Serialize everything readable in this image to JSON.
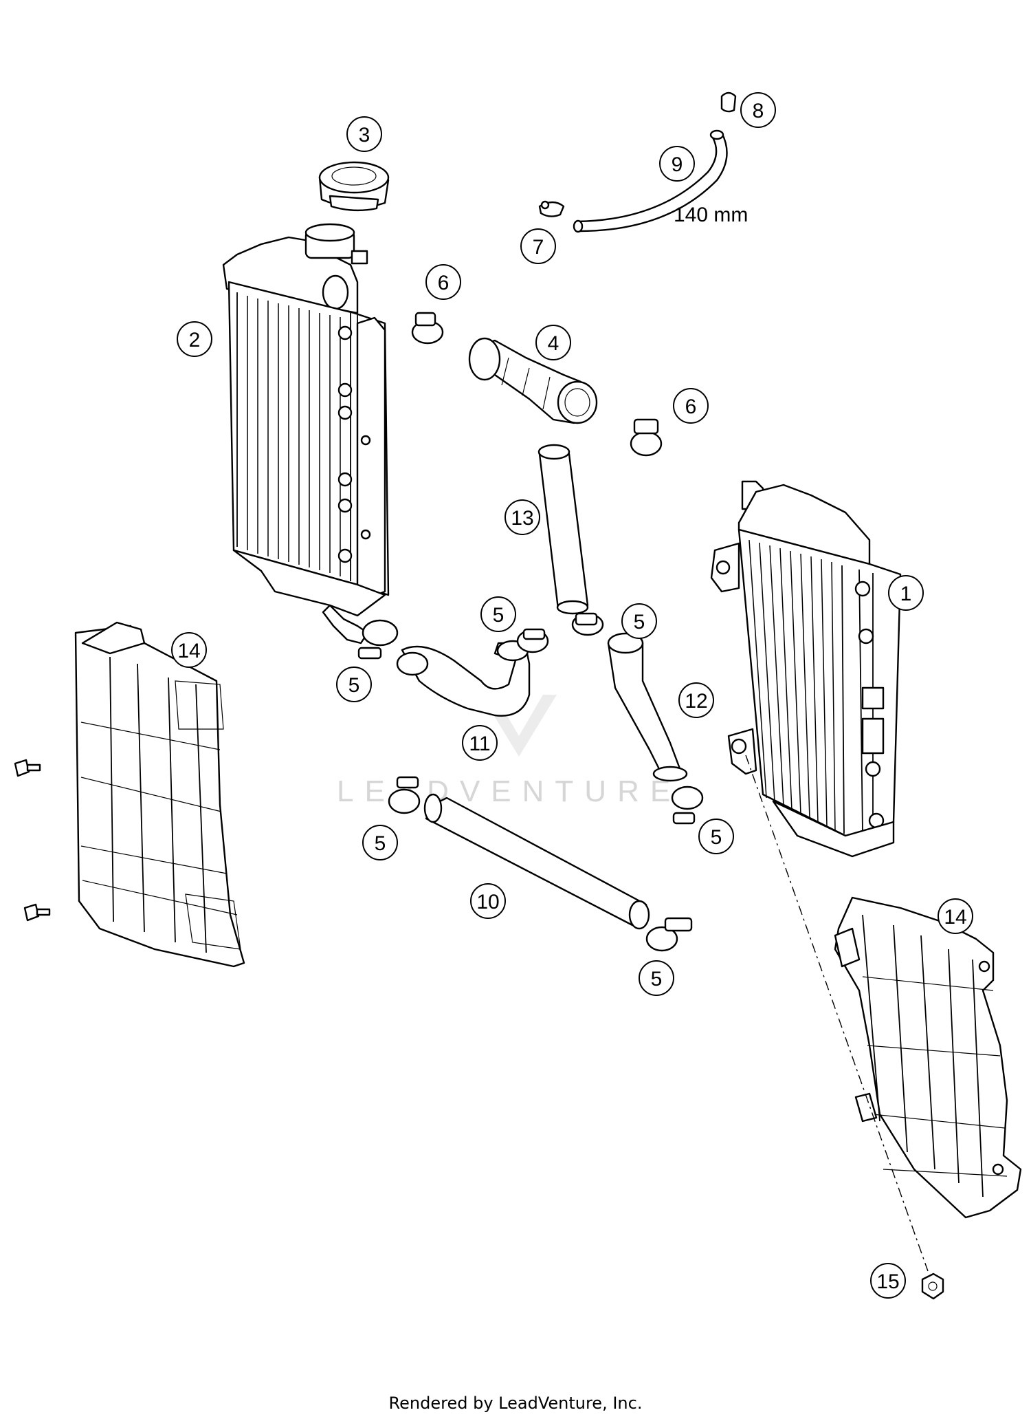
{
  "diagram": {
    "callouts": [
      "1",
      "2",
      "3",
      "4",
      "5",
      "6",
      "7",
      "8",
      "9",
      "10",
      "11",
      "12",
      "13",
      "14",
      "15"
    ],
    "dimension_label": "140 mm",
    "watermark": "LEADVENTURE",
    "footer": "Rendered by LeadVenture, Inc."
  }
}
